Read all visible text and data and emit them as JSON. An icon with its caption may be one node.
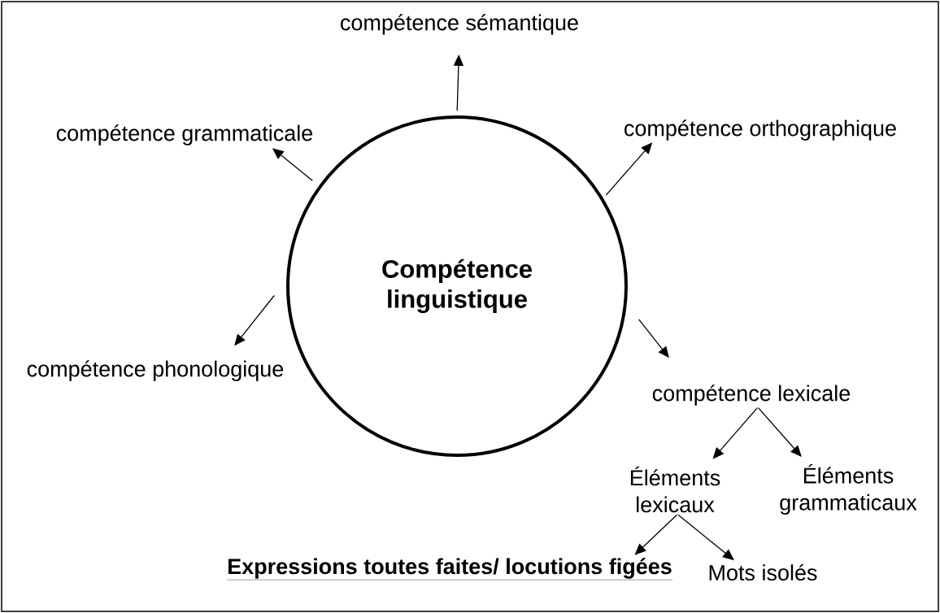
{
  "diagram": {
    "nodes": [
      {
        "text": [
          "Compétence linguistique"
        ]
      },
      {
        "text": [
          "compétence sémantique"
        ]
      },
      {
        "text": [
          "compétence grammaticale"
        ]
      },
      {
        "text": [
          "compétence orthographique"
        ]
      },
      {
        "text": [
          "compétence phonologique"
        ]
      },
      {
        "text": [
          "compétence lexicale"
        ]
      },
      {
        "text": [
          "Éléments lexicaux"
        ]
      },
      {
        "text": [
          "Éléments grammaticaux"
        ]
      },
      {
        "text": [
          "Expressions toutes faites/ locutions figées"
        ]
      },
      {
        "text": [
          "Mots isolés"
        ]
      }
    ],
    "edges": [
      {
        "from": 0,
        "to": 1,
        "arrow": "to"
      },
      {
        "from": 0,
        "to": 2,
        "arrow": "to"
      },
      {
        "from": 0,
        "to": 3,
        "arrow": "to"
      },
      {
        "from": 0,
        "to": 4,
        "arrow": "to"
      },
      {
        "from": 0,
        "to": 5,
        "arrow": "to"
      },
      {
        "from": 5,
        "to": 6,
        "arrow": "to"
      },
      {
        "from": 5,
        "to": 7,
        "arrow": "to"
      },
      {
        "from": 6,
        "to": 8,
        "arrow": "to"
      },
      {
        "from": 6,
        "to": 9,
        "arrow": "to"
      }
    ]
  }
}
